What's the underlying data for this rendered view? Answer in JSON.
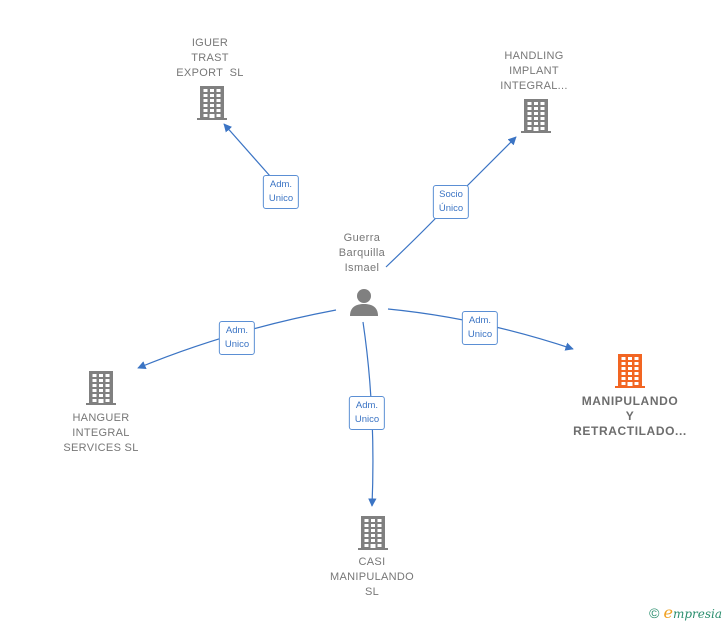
{
  "center": {
    "label": "Guerra\nBarquilla\nIsmael",
    "icon": "person-icon"
  },
  "companies": [
    {
      "id": "iguer",
      "label": "IGUER\nTRAST\nEXPORT  SL",
      "icon": "building-icon",
      "color": "#808080",
      "highlight": false
    },
    {
      "id": "handling",
      "label": "HANDLING\nIMPLANT\nINTEGRAL...",
      "icon": "building-icon",
      "color": "#808080",
      "highlight": false
    },
    {
      "id": "hanguer",
      "label": "HANGUER\nINTEGRAL\nSERVICES SL",
      "icon": "building-icon",
      "color": "#808080",
      "highlight": false
    },
    {
      "id": "manipulando",
      "label": "MANIPULANDO\nY\nRETRACTILADO...",
      "icon": "building-icon",
      "color": "#f26522",
      "highlight": true
    },
    {
      "id": "casi",
      "label": "CASI\nMANIPULANDO\nSL",
      "icon": "building-icon",
      "color": "#808080",
      "highlight": false
    }
  ],
  "relations": [
    {
      "to": "iguer",
      "label": "Adm.\nUnico"
    },
    {
      "to": "handling",
      "label": "Socio\nÚnico"
    },
    {
      "to": "hanguer",
      "label": "Adm.\nUnico"
    },
    {
      "to": "manipulando",
      "label": "Adm.\nUnico"
    },
    {
      "to": "casi",
      "label": "Adm.\nUnico"
    }
  ],
  "colors": {
    "edge": "#3b74c4",
    "node": "#808080",
    "highlight": "#f26522"
  },
  "footer": {
    "copyright": "©",
    "brand_initial": "e",
    "brand_rest": "mpresia"
  }
}
